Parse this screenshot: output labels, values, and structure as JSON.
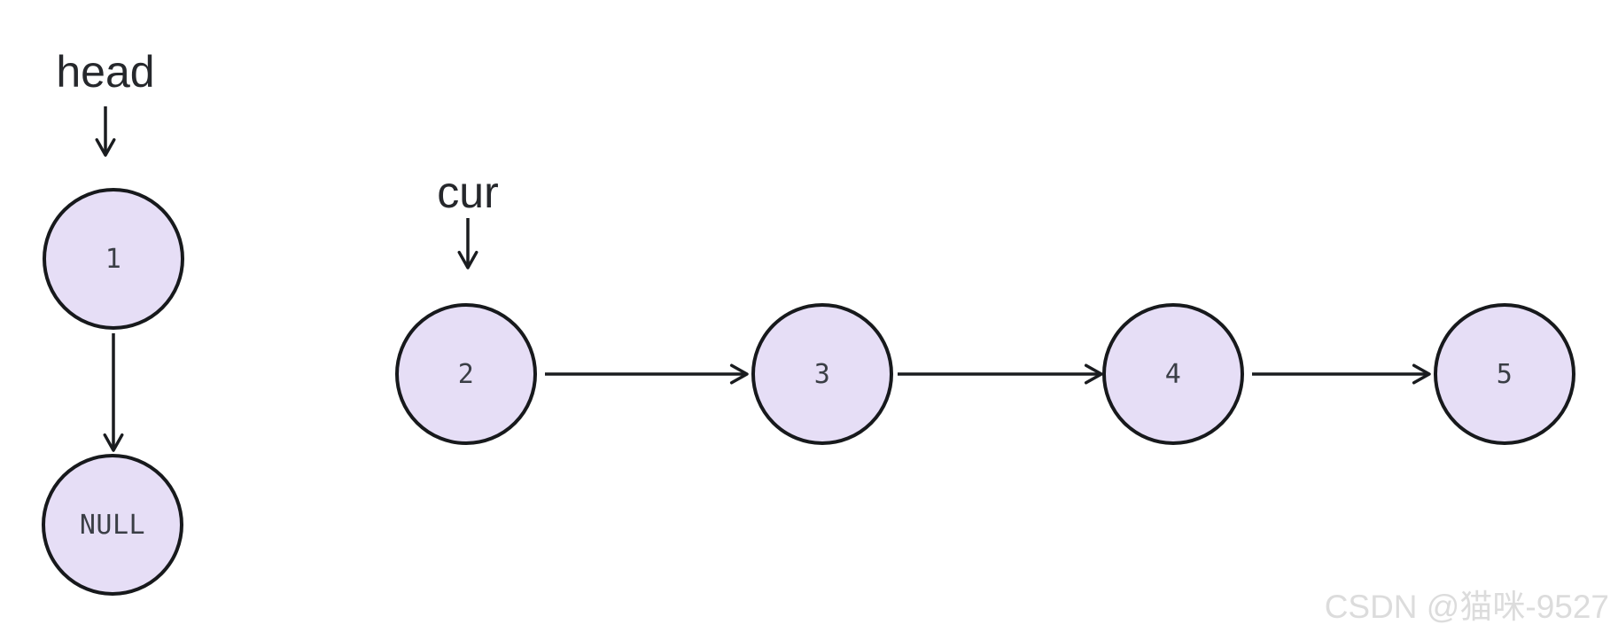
{
  "diagram": {
    "title_hint": "linked-list traversal diagram",
    "pointers": [
      {
        "label": "head",
        "points_to": "1"
      },
      {
        "label": "cur",
        "points_to": "2"
      }
    ],
    "left_chain": {
      "nodes": [
        {
          "label": "1"
        },
        {
          "label": "NULL"
        }
      ],
      "edges": [
        "1->NULL"
      ]
    },
    "main_chain": {
      "nodes": [
        {
          "label": "2"
        },
        {
          "label": "3"
        },
        {
          "label": "4"
        },
        {
          "label": "5"
        }
      ],
      "edges": [
        "2->3",
        "3->4",
        "4->5"
      ]
    },
    "colors": {
      "bg": "#ffffff",
      "node_fill": "#e6def6",
      "node_border": "#17191c",
      "node_text": "#3a3e45",
      "label_text": "#26282c",
      "arrow": "#1a1c1f",
      "watermark": "#dcdcdc"
    },
    "watermark": "CSDN @猫咪-9527"
  }
}
